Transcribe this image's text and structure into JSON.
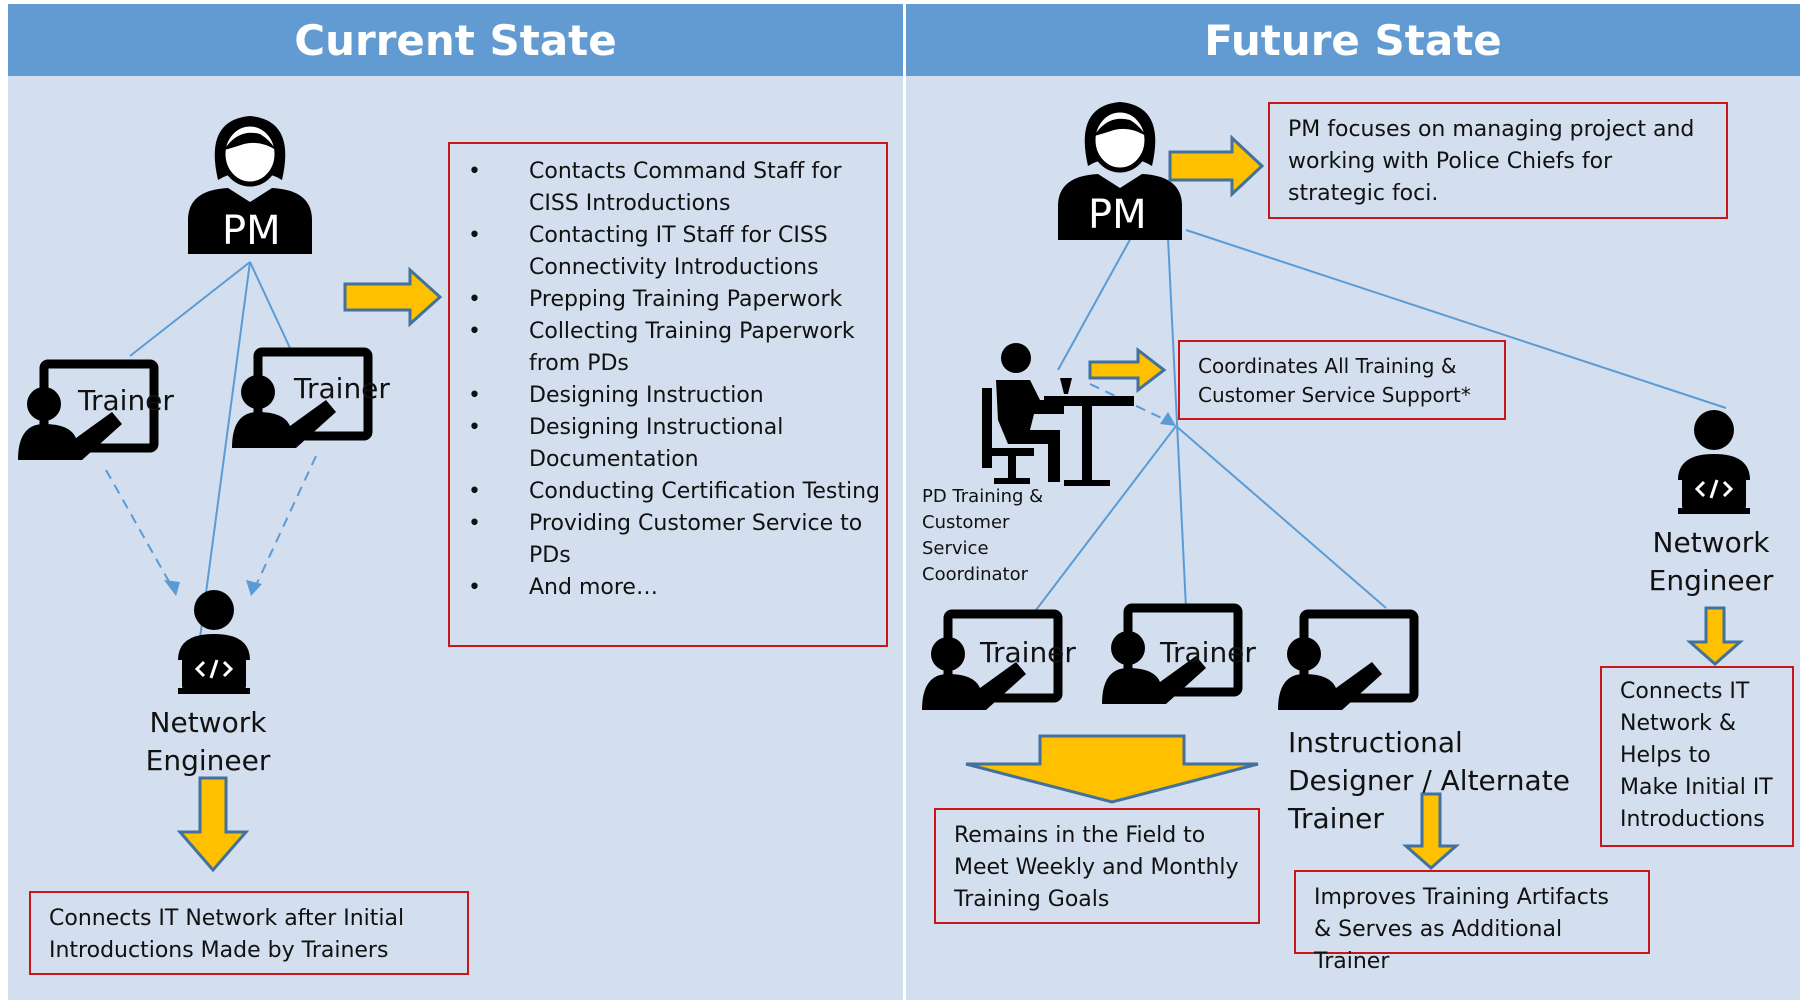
{
  "current": {
    "header": "Current State",
    "pm_label": "PM",
    "trainer_labels": [
      "Trainer",
      "Trainer"
    ],
    "network_engineer_label": "Network Engineer",
    "pm_tasks": [
      "Contacts Command Staff for CISS Introductions",
      "Contacting IT Staff for CISS Connectivity Introductions",
      "Prepping Training Paperwork",
      "Collecting Training Paperwork from PDs",
      "Designing Instruction",
      "Designing Instructional Documentation",
      "Conducting Certification Testing",
      " Providing Customer Service to PDs",
      "And more…"
    ],
    "network_engineer_note": "Connects IT Network after Initial Introductions Made by Trainers"
  },
  "future": {
    "header": "Future State",
    "pm_label": "PM",
    "pm_note": "PM focuses on managing project and working with Police Chiefs for strategic foci.",
    "coordinator_note": "Coordinates All Training & Customer Service Support*",
    "coordinator_label": "PD Training & Customer Service Coordinator",
    "trainer_labels": [
      "Trainer",
      "Trainer"
    ],
    "designer_label": "Instructional Designer / Alternate Trainer",
    "network_engineer_label": "Network Engineer",
    "network_engineer_note": "Connects IT Network & Helps to Make Initial IT Introductions",
    "trainers_note": "Remains in the Field to Meet Weekly and Monthly Training Goals",
    "designer_note": "Improves Training Artifacts & Serves as Additional Trainer"
  },
  "colors": {
    "header_bg": "#619bd1",
    "panel_bg": "#d3dfee",
    "box_border": "#c8161d",
    "arrow_fill": "#ffc000",
    "arrow_stroke": "#41719c",
    "connector": "#5b9bd5"
  }
}
